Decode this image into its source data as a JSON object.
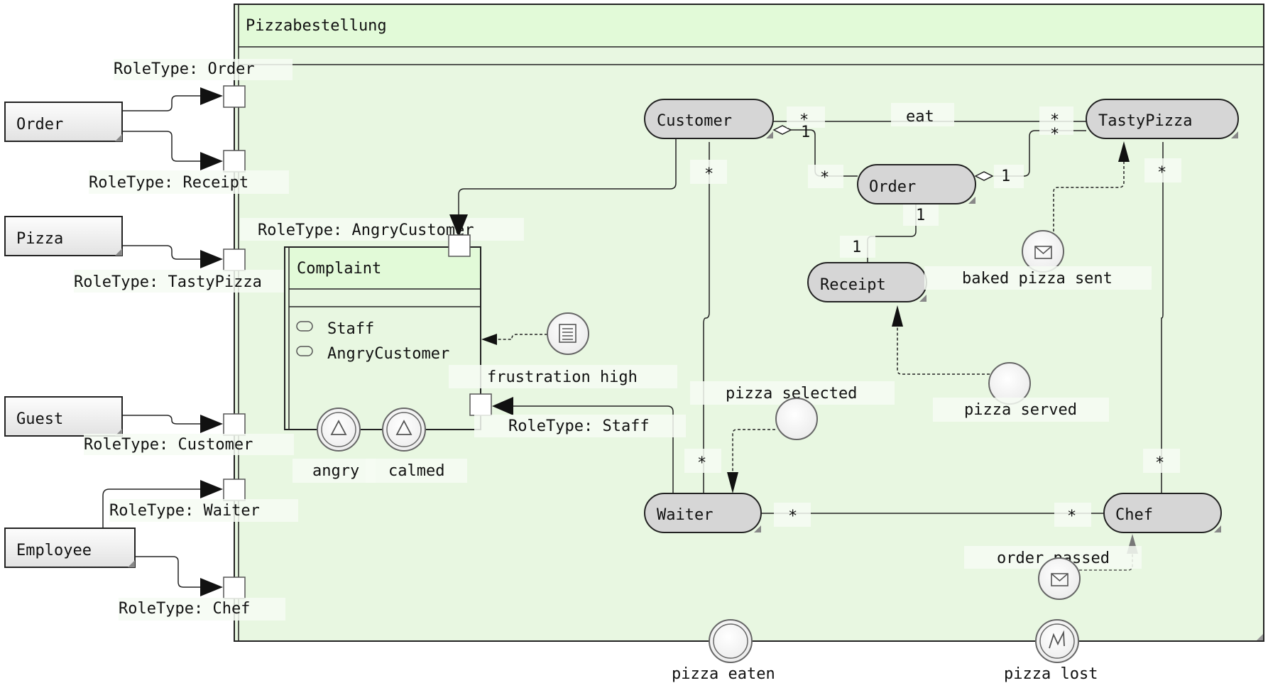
{
  "compartment": {
    "title": "Pizzabestellung"
  },
  "natural_types": [
    "Order",
    "Pizza",
    "Guest",
    "Employee"
  ],
  "ports": {
    "order": "RoleType: Order",
    "receipt": "RoleType: Receipt",
    "tasty_pizza": "RoleType: TastyPizza",
    "customer": "RoleType: Customer",
    "waiter": "RoleType: Waiter",
    "chef": "RoleType: Chef",
    "angry_customer": "RoleType: AngryCustomer",
    "staff": "RoleType: Staff"
  },
  "roles": {
    "customer": "Customer",
    "tasty_pizza": "TastyPizza",
    "order": "Order",
    "receipt": "Receipt",
    "waiter": "Waiter",
    "chef": "Chef"
  },
  "complaint": {
    "title": "Complaint",
    "items": [
      "Staff",
      "AngryCustomer"
    ]
  },
  "relation": {
    "eat": "eat"
  },
  "multiplicities": {
    "star": "*",
    "one": "1"
  },
  "events": {
    "frustration_high": "frustration high",
    "pizza_selected": "pizza selected",
    "pizza_served": "pizza served",
    "baked_pizza_sent": "baked pizza sent",
    "order_passed": "order passed",
    "angry": "angry",
    "calmed": "calmed",
    "pizza_eaten": "pizza eaten",
    "pizza_lost": "pizza lost"
  },
  "colors": {
    "compartment_fill": "#e8f7e1",
    "header_fill": "#e2fad8",
    "role_fill": "#d6d6d6",
    "label_bg": "#f6fbf3"
  }
}
